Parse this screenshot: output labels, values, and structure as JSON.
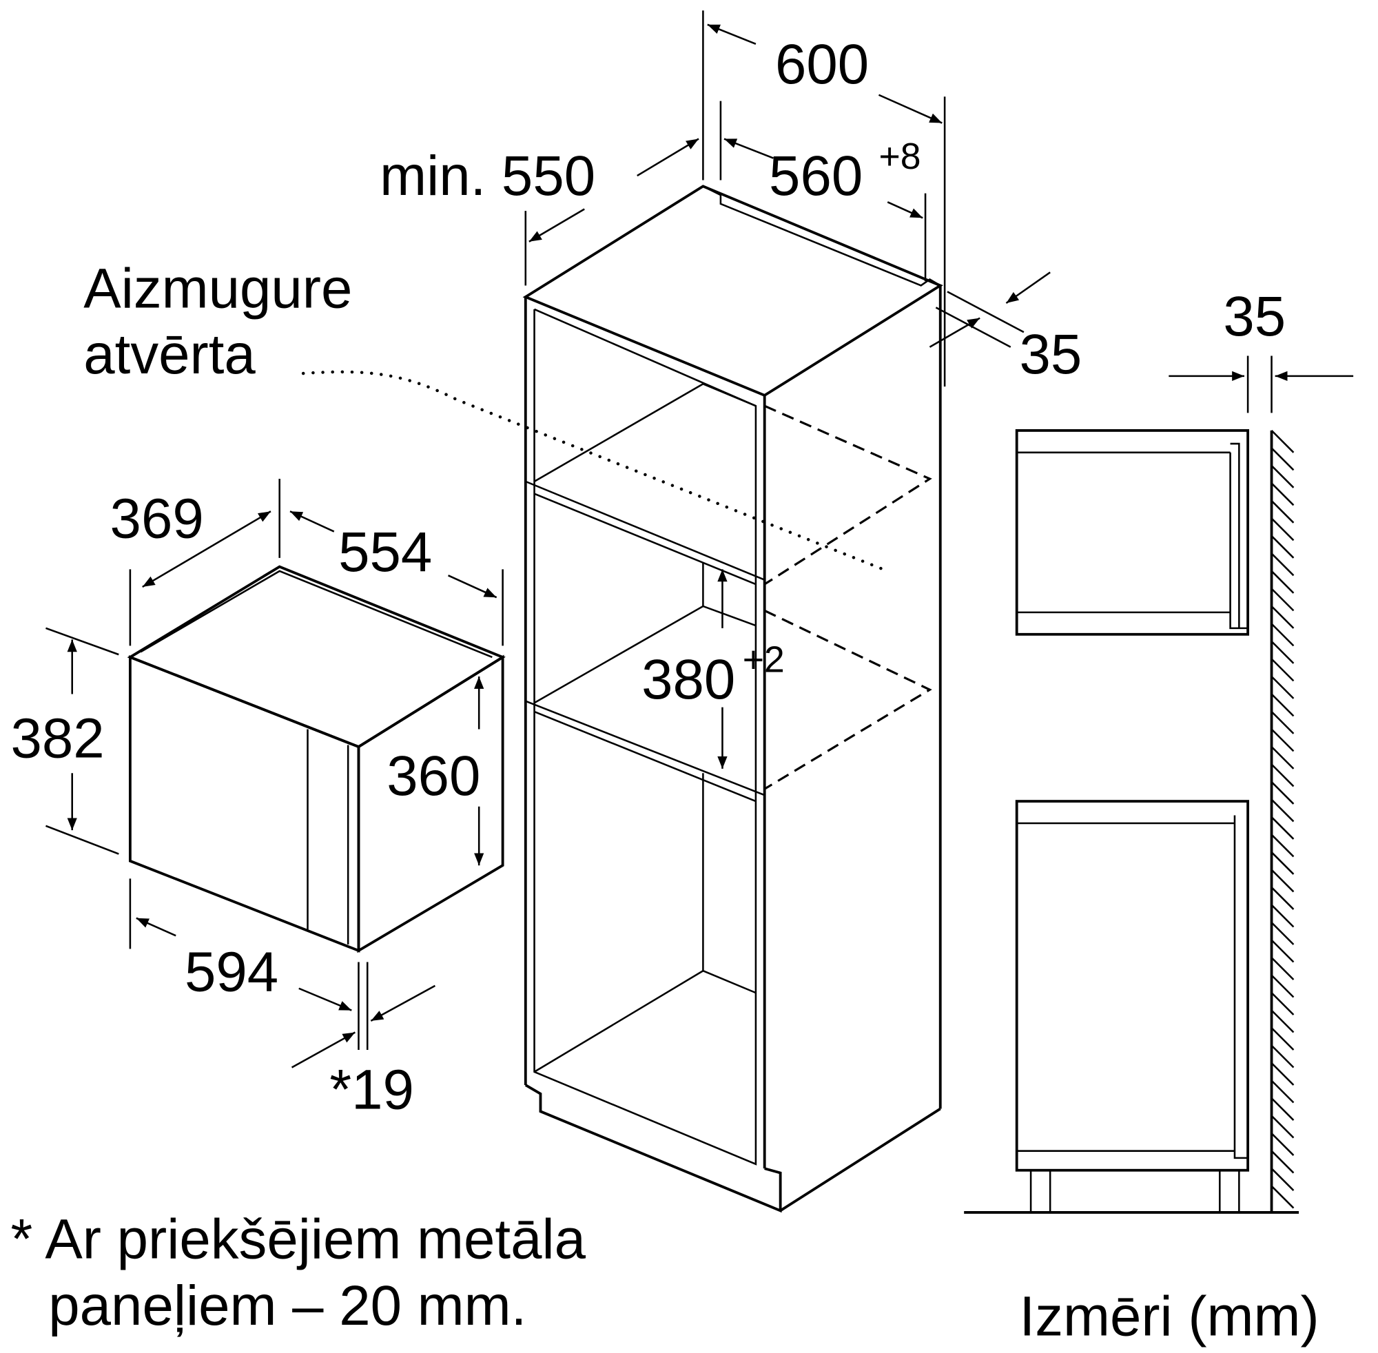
{
  "microwave": {
    "depth": "369",
    "width_top": "554",
    "height_total": "382",
    "height_body": "360",
    "width_front": "594",
    "front_offset": "*19"
  },
  "cabinet": {
    "width_outer": "600",
    "depth_min": "min. 550",
    "niche_width": "560",
    "niche_width_tol": "+8",
    "niche_height": "380",
    "niche_height_tol": "+2",
    "back_gap": "35",
    "rear_label_line1": "Aizmugure",
    "rear_label_line2": "atvērta"
  },
  "side_view": {
    "wall_gap": "35"
  },
  "footnote": {
    "line1": "* Ar priekšējiem metāla",
    "line2": "paneļiem – 20 mm."
  },
  "units_label": "Izmēri (mm)"
}
